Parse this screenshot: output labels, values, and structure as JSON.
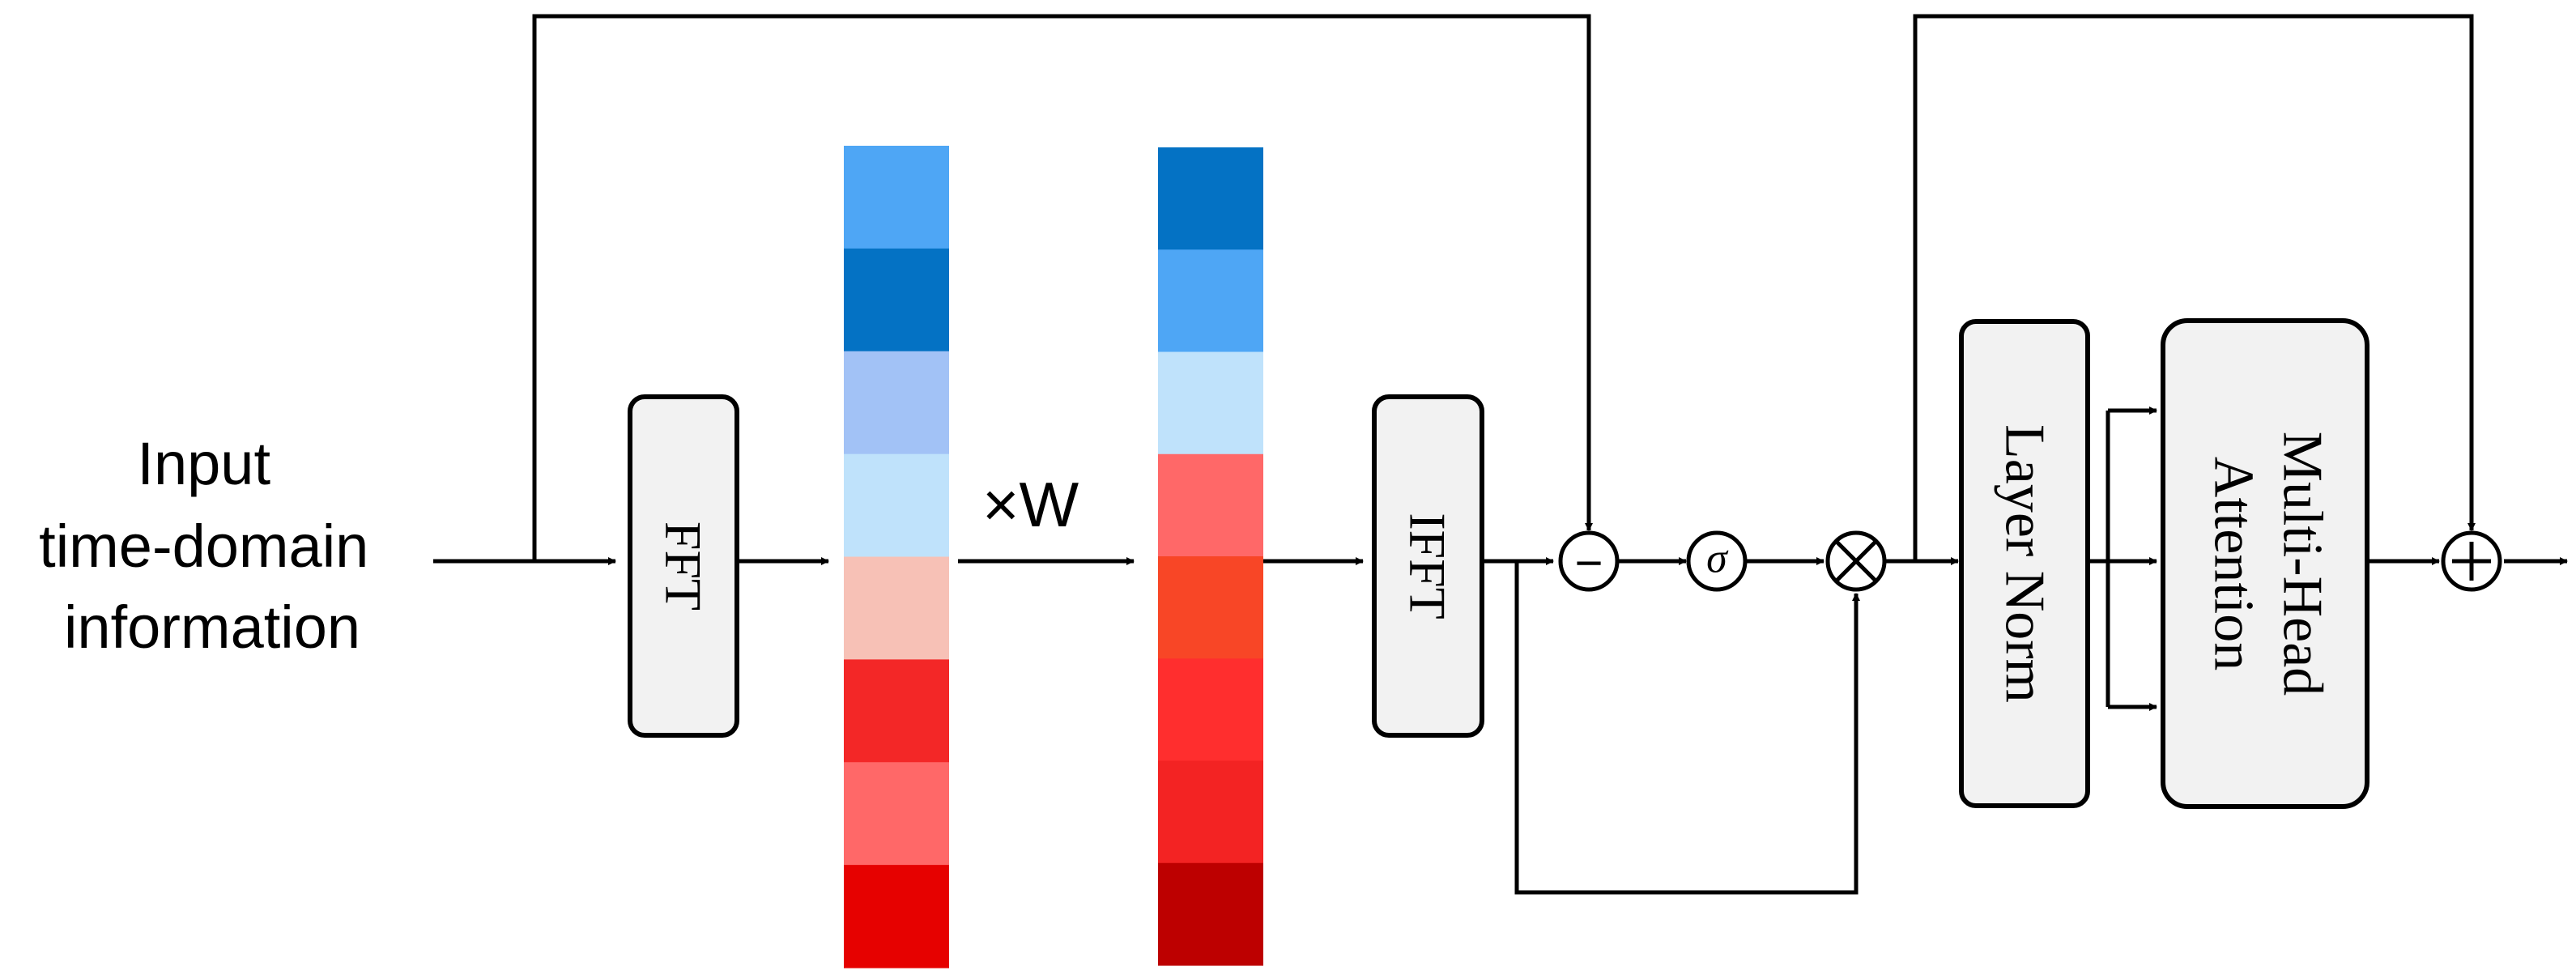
{
  "input_label": {
    "lines": [
      "Input",
      "time-domain",
      "information"
    ]
  },
  "blocks": {
    "fft": "FFT",
    "ifft": "IFFT",
    "layer_norm": "Layer Norm",
    "attention_line1": "Multi-Head",
    "attention_line2": "Attention"
  },
  "multiply_weight_label": "×W",
  "operators": {
    "subtract": "−",
    "sigmoid": "σ",
    "multiply": "⊗",
    "add": "+"
  },
  "spectrum_before": {
    "cell_colors": [
      "#4ea6f5",
      "#0472c4",
      "#a2c2f6",
      "#bfe2fb",
      "#f7c1b6",
      "#f32727",
      "#ff6868",
      "#e60100"
    ]
  },
  "spectrum_after": {
    "cell_colors": [
      "#0472c4",
      "#4ea6f5",
      "#bfe2fb",
      "#ff6868",
      "#f84626",
      "#ff2e2e",
      "#f32323",
      "#bd0000"
    ]
  }
}
